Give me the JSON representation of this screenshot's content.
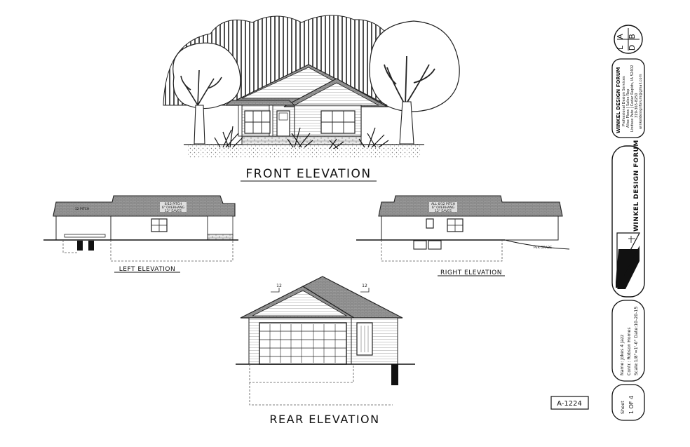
{
  "elevations": {
    "front": {
      "title": "FRONT ELEVATION"
    },
    "left": {
      "title": "LEFT ELEVATION",
      "roof_note": [
        "6/12 PITCH",
        "6\" OVERHANG",
        "12\" EAVES"
      ],
      "side_note": "12 PITCH"
    },
    "right": {
      "title": "RIGHT ELEVATION",
      "roof_note": [
        "ALL 6/12 PITCH",
        "6\" OVERHANG",
        "12\" EAVES"
      ],
      "grade_note": "PER GRADE"
    },
    "rear": {
      "title": "REAR ELEVATION",
      "pitch_left": "12",
      "pitch_right": "12"
    }
  },
  "plan_number": "A-1224",
  "title_block": {
    "logo_letters": [
      "A",
      "L",
      "B",
      "D"
    ],
    "firm": {
      "name": "WINKEL DESIGN FORUM",
      "lines": [
        "Professional Design Services",
        "Alise Ploss | Sales Rep",
        "Lindsee Pate | Cedar Rapids, IA 52402",
        "319-365-8250",
        "winkeldesignforum@gmail.com"
      ]
    },
    "brand": "WINKEL DESIGN FORUM",
    "project": {
      "name_line": "Name: Jokes 4 Jazz",
      "contractor_line": "Contr.: Robson Homes",
      "scale_date_line": "Scale:1/8\"=1'-0\" Date:10-20-15"
    },
    "sheet": {
      "label": "Sheet",
      "value": "1 OF 4"
    }
  }
}
